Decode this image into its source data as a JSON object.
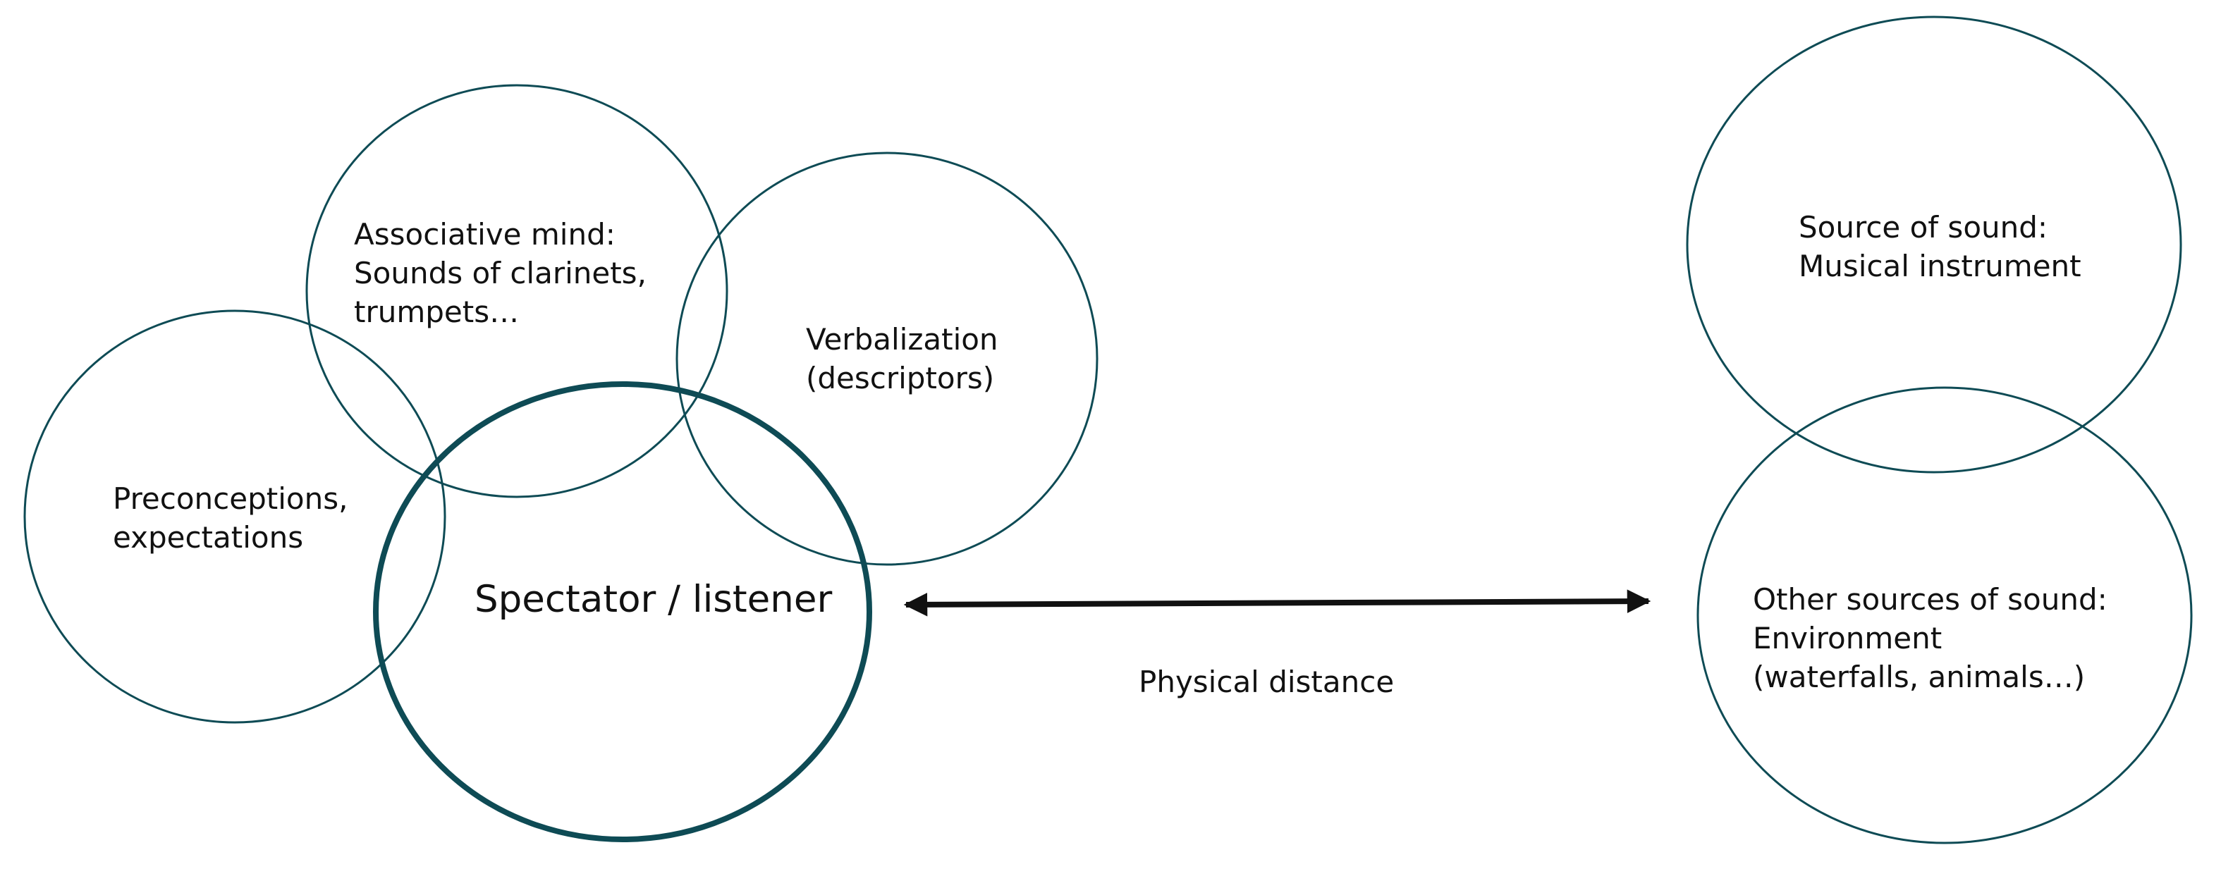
{
  "colors": {
    "circle_stroke": "#0e4b55",
    "arrow": "#111111",
    "text": "#111111",
    "background": "#ffffff"
  },
  "nodes": {
    "associative_mind": {
      "lines": [
        "Associative mind:",
        "Sounds of clarinets,",
        "trumpets…"
      ]
    },
    "verbalization": {
      "lines": [
        "Verbalization",
        "(descriptors)"
      ]
    },
    "preconceptions": {
      "lines": [
        "Preconceptions,",
        "expectations"
      ]
    },
    "spectator": {
      "lines": [
        "Spectator / listener"
      ]
    },
    "source_of_sound": {
      "lines": [
        "Source of sound:",
        "Musical instrument"
      ]
    },
    "other_sources": {
      "lines": [
        "Other sources of sound:",
        "Environment",
        "(waterfalls, animals…)"
      ]
    }
  },
  "edges": {
    "physical_distance": {
      "label": "Physical distance",
      "direction": "bidirectional",
      "from": "spectator",
      "to": "other_sources"
    }
  }
}
